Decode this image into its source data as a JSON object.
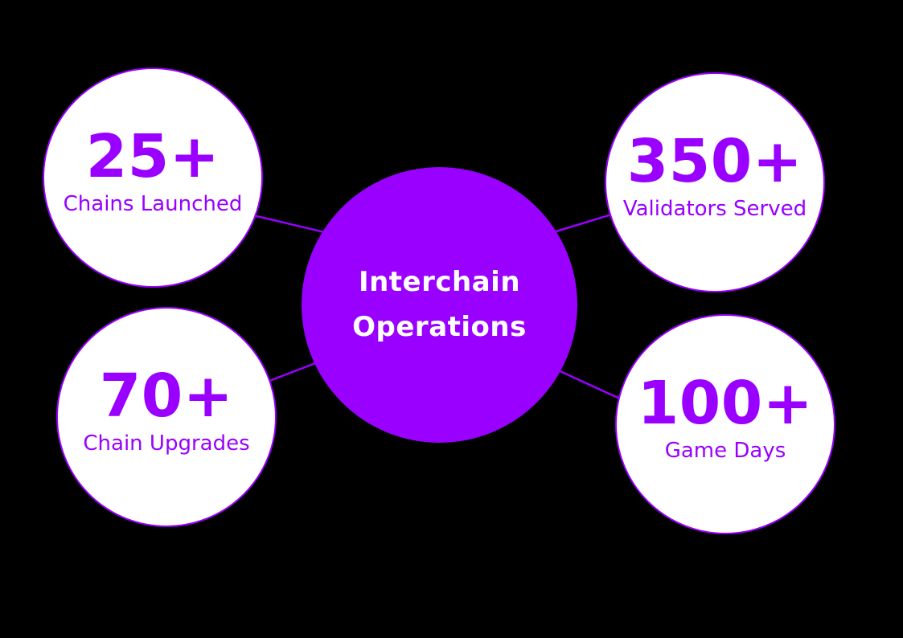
{
  "diagram": {
    "center": {
      "line1": "Interchain",
      "line2": "Operations"
    },
    "nodes": [
      {
        "id": "chains-launched",
        "value": "25+",
        "label": "Chains Launched"
      },
      {
        "id": "validators-served",
        "value": "350+",
        "label": "Validators Served"
      },
      {
        "id": "chain-upgrades",
        "value": "70+",
        "label": "Chain Upgrades"
      },
      {
        "id": "game-days",
        "value": "100+",
        "label": "Game Days"
      }
    ]
  },
  "colors": {
    "background": "#000000",
    "accent": "#9900ff",
    "node_fill": "#ffffff",
    "center_text": "#ffffff"
  }
}
